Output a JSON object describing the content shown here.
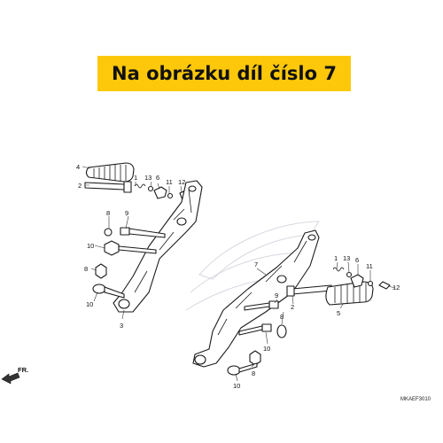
{
  "banner": {
    "text": "Na obrázku díl číslo 7",
    "color": "#fdc80a"
  },
  "diagram": {
    "code": "MKAEF3010",
    "front_arrow": "FR.",
    "left_group": {
      "labels": [
        "4",
        "2",
        "1",
        "13",
        "6",
        "11",
        "12",
        "8",
        "9",
        "10",
        "8",
        "10",
        "3"
      ]
    },
    "right_group": {
      "labels": [
        "7",
        "9",
        "2",
        "10",
        "8",
        "8",
        "10",
        "1",
        "13",
        "6",
        "11",
        "12",
        "5"
      ]
    }
  }
}
